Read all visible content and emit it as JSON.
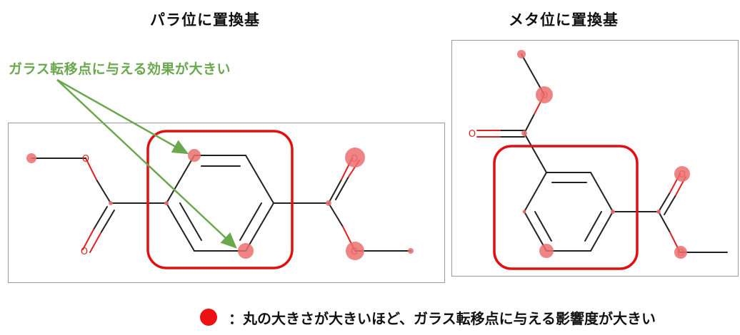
{
  "titles": {
    "para": "パラ位に置換基",
    "meta": "メタ位に置換基"
  },
  "callout": "ガラス転移点に与える効果が大きい",
  "legend": {
    "text": "：丸の大きさが大きいほど、ガラス転移点に与える影響度が大きい"
  },
  "colors": {
    "bond": "#222222",
    "bond_hetero": "#e02020",
    "highlight_circle": "#ec6f6f",
    "ring_box": "#e01010",
    "arrow": "#6aa84f",
    "legend_dot": "#ee1111"
  },
  "atom_labels": {
    "oxygen": "O"
  }
}
